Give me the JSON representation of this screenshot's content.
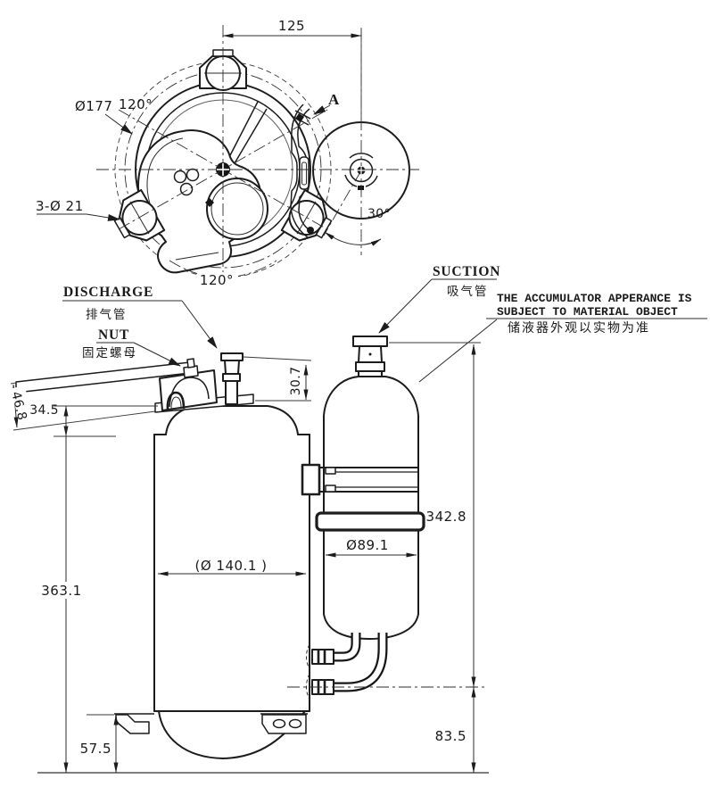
{
  "colors": {
    "line": "#1c1c1c",
    "dim_text": "#1a1a1a",
    "background": "#ffffff"
  },
  "top_view": {
    "dim_width": "125",
    "bolt_circle_dia": "Ø177",
    "lug_angle_top": "120°",
    "lug_angle_bottom": "120°",
    "mount_holes": "3-Ø 21",
    "detail_marker": "A",
    "suction_angle": "30°"
  },
  "side_view": {
    "discharge_label": "DISCHARGE",
    "discharge_label_cn": "排气管",
    "nut_label": "NUT",
    "nut_label_cn": "固定螺母",
    "suction_label": "SUCTION",
    "suction_label_cn": "吸气管",
    "accumulator_note_line1": "THE ACCUMULATOR APPERANCE IS",
    "accumulator_note_line2": "SUBJECT TO MATERIAL OBJECT",
    "accumulator_note_cn": "储液器外观以实物为准",
    "dims": {
      "terminal_cover_height": "46.8",
      "terminal_plate_height": "34.5",
      "discharge_tube_height": "30.7",
      "shell_height": "363.1",
      "shell_dia": "(Ø 140.1 )",
      "accumulator_dia": "Ø89.1",
      "accumulator_height": "342.8",
      "foot_height": "57.5",
      "pipe_height": "83.5"
    }
  }
}
